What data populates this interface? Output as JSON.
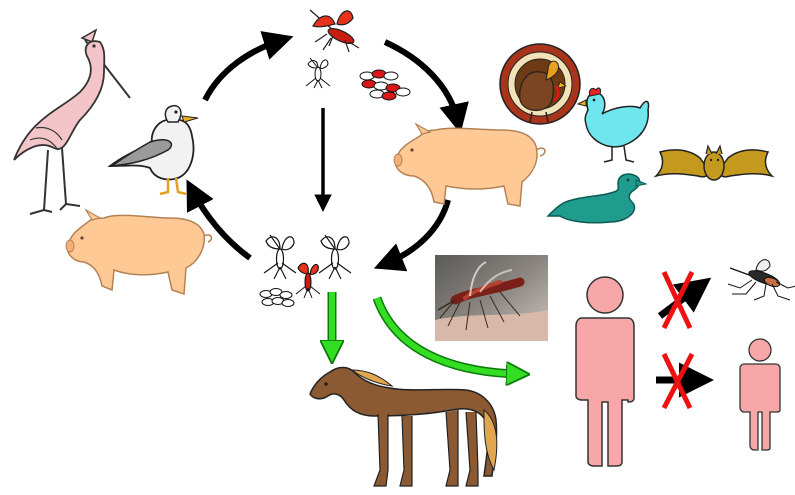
{
  "diagram": {
    "nodes": [
      {
        "id": "mosquitoes-top",
        "icon": "mosquito-icon"
      },
      {
        "id": "blood-cells-top",
        "icon": "blood-cells-icon"
      },
      {
        "id": "heron",
        "icon": "heron-icon"
      },
      {
        "id": "gull",
        "icon": "gull-icon"
      },
      {
        "id": "pig-left",
        "icon": "pig-icon"
      },
      {
        "id": "pig-right",
        "icon": "pig-icon"
      },
      {
        "id": "turkey",
        "icon": "turkey-icon"
      },
      {
        "id": "chicken",
        "icon": "chicken-icon"
      },
      {
        "id": "duck",
        "icon": "duck-icon"
      },
      {
        "id": "bat",
        "icon": "bat-icon"
      },
      {
        "id": "mosquitoes-bottom",
        "icon": "mosquito-icon"
      },
      {
        "id": "blood-cells-bottom",
        "icon": "blood-cells-icon"
      },
      {
        "id": "mosquito-photo",
        "icon": "mosquito-photo"
      },
      {
        "id": "horse",
        "icon": "horse-icon"
      },
      {
        "id": "human-large",
        "icon": "human-icon"
      },
      {
        "id": "human-small",
        "icon": "human-icon"
      },
      {
        "id": "mosquito-small",
        "icon": "mosquito-icon"
      }
    ],
    "arrows": [
      {
        "id": "gull-to-mosquitoes",
        "color": "#000000"
      },
      {
        "id": "mosquitoes-to-pig",
        "color": "#000000"
      },
      {
        "id": "top-to-bottom",
        "color": "#000000"
      },
      {
        "id": "pig-to-bottom",
        "color": "#000000"
      },
      {
        "id": "bottom-to-gull",
        "color": "#000000"
      },
      {
        "id": "to-horse",
        "color": "#33dd22"
      },
      {
        "id": "to-human",
        "color": "#33dd22"
      },
      {
        "id": "human-to-mosquito-blocked",
        "color": "#000000",
        "blocked": true
      },
      {
        "id": "human-to-human-blocked",
        "color": "#000000",
        "blocked": true
      }
    ],
    "colors": {
      "cycle_arrow": "#000000",
      "spillover_arrow": "#33dd22",
      "block_mark": "#ee1111",
      "pig": "#ffc996",
      "heron": "#f3c5c8",
      "human": "#f7a7a7",
      "horse": "#8b5a33",
      "chicken": "#6fe6ee",
      "duck": "#1f9c8e",
      "bat": "#c39a1e"
    }
  }
}
